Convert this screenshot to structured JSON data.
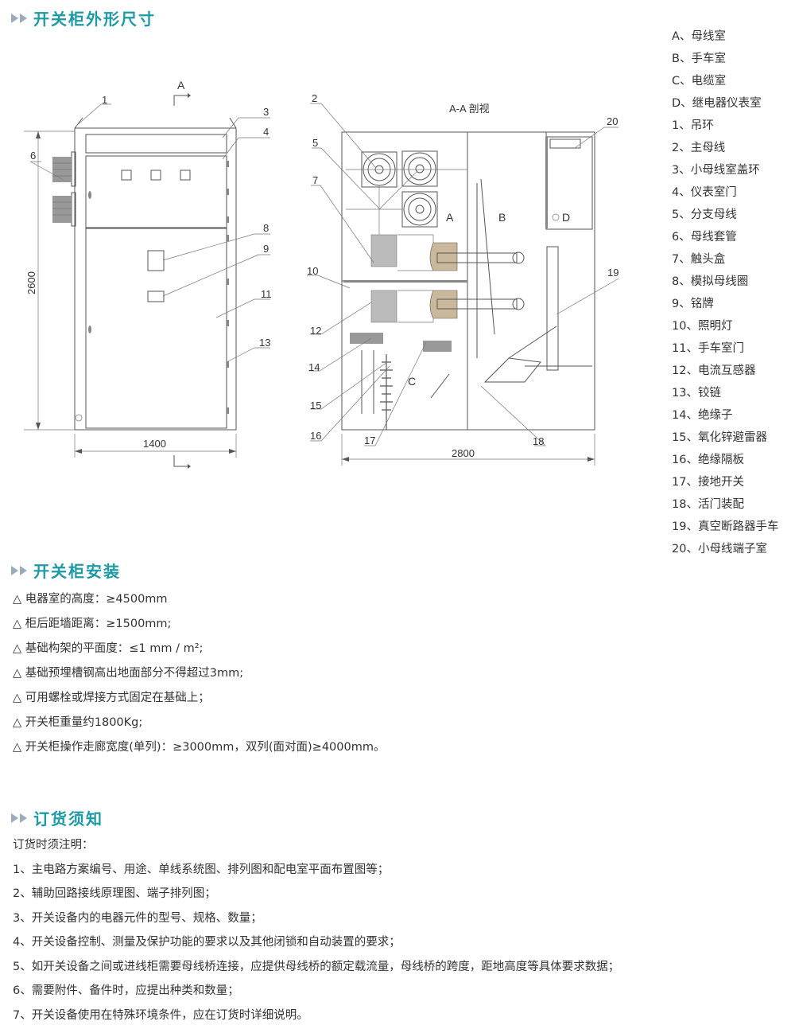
{
  "section1": {
    "title": "开关柜外形尺寸"
  },
  "front_view": {
    "section_marker": "A",
    "dim_height": "2600",
    "dim_width": "1400",
    "callouts": [
      "1",
      "3",
      "4",
      "6",
      "8",
      "9",
      "11",
      "13"
    ]
  },
  "section_view": {
    "title": "A-A 剖视",
    "dim_width": "2800",
    "rooms": [
      "A",
      "B",
      "C",
      "D"
    ],
    "callouts": [
      "2",
      "5",
      "7",
      "10",
      "12",
      "14",
      "15",
      "16",
      "17",
      "18",
      "19",
      "20"
    ]
  },
  "legend": [
    "A、母线室",
    "B、手车室",
    "C、电缆室",
    "D、继电器仪表室",
    "1、吊环",
    "2、主母线",
    "3、小母线室盖环",
    "4、仪表室门",
    "5、分支母线",
    "6、母线套管",
    "7、触头盒",
    "8、模拟母线圈",
    "9、铭牌",
    "10、照明灯",
    "11、手车室门",
    "12、电流互感器",
    "13、铰链",
    "14、绝缘子",
    "15、氧化锌避雷器",
    "16、绝缘隔板",
    "17、接地开关",
    "18、活门装配",
    "19、真空断路器手车",
    "20、小母线端子室"
  ],
  "section2": {
    "title": "开关柜安装",
    "items": [
      "△ 电器室的高度：≥4500mm",
      "△ 柜后距墙距离：≥1500mm;",
      "△ 基础构架的平面度：≤1 mm / m²;",
      "△ 基础预埋槽钢高出地面部分不得超过3mm;",
      "△ 可用螺栓或焊接方式固定在基础上；",
      "△ 开关柜重量约1800Kg;",
      "△ 开关柜操作走廊宽度(单列)：≥3000mm，双列(面对面)≥4000mm。"
    ]
  },
  "section3": {
    "title": "订货须知",
    "items": [
      "订货时须注明：",
      "1、主电路方案编号、用途、单线系统图、排列图和配电室平面布置图等；",
      "2、辅助回路接线原理图、端子排列图；",
      "3、开关设备内的电器元件的型号、规格、数量；",
      "4、开关设备控制、测量及保护功能的要求以及其他闭锁和自动装置的要求；",
      "5、如开关设备之间或进线柜需要母线桥连接，应提供母线桥的额定载流量，母线桥的跨度，距地高度等具体要求数据；",
      "6、需要附件、备件时，应提出种类和数量；",
      "7、开关设备使用在特殊环境条件，应在订货时详细说明。"
    ]
  }
}
